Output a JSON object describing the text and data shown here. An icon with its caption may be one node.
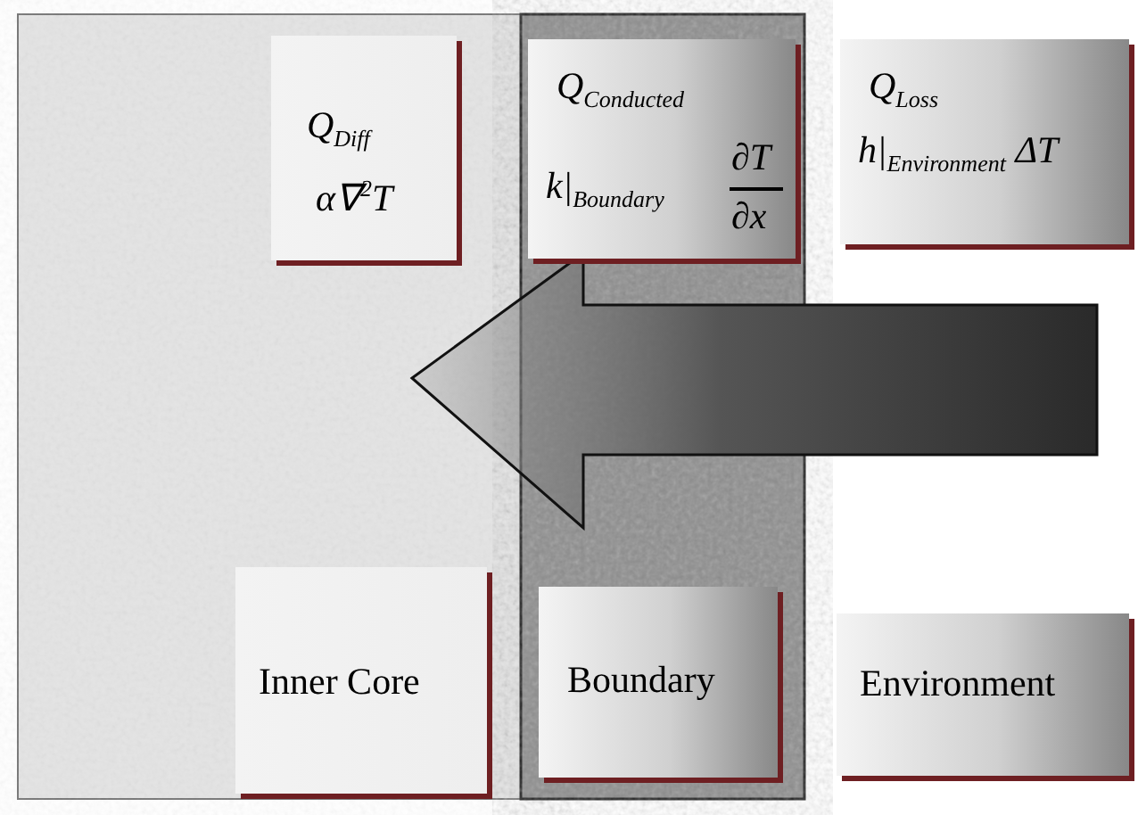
{
  "diagram": {
    "nodes": [
      {
        "text": [
          "Q$_{Diff}$",
          "α∇$^{2}$T"
        ]
      },
      {
        "text": [
          "Q$_{Conducted}$",
          "k|$_{Boundary}$",
          "∂T",
          "∂x"
        ]
      },
      {
        "text": [
          "Q$_{Loss}$",
          "h|$_{Environment}$ ΔT"
        ]
      },
      {
        "text": [
          "Inner Core"
        ]
      },
      {
        "text": [
          "Boundary"
        ]
      },
      {
        "text": [
          "Environment"
        ]
      }
    ]
  }
}
